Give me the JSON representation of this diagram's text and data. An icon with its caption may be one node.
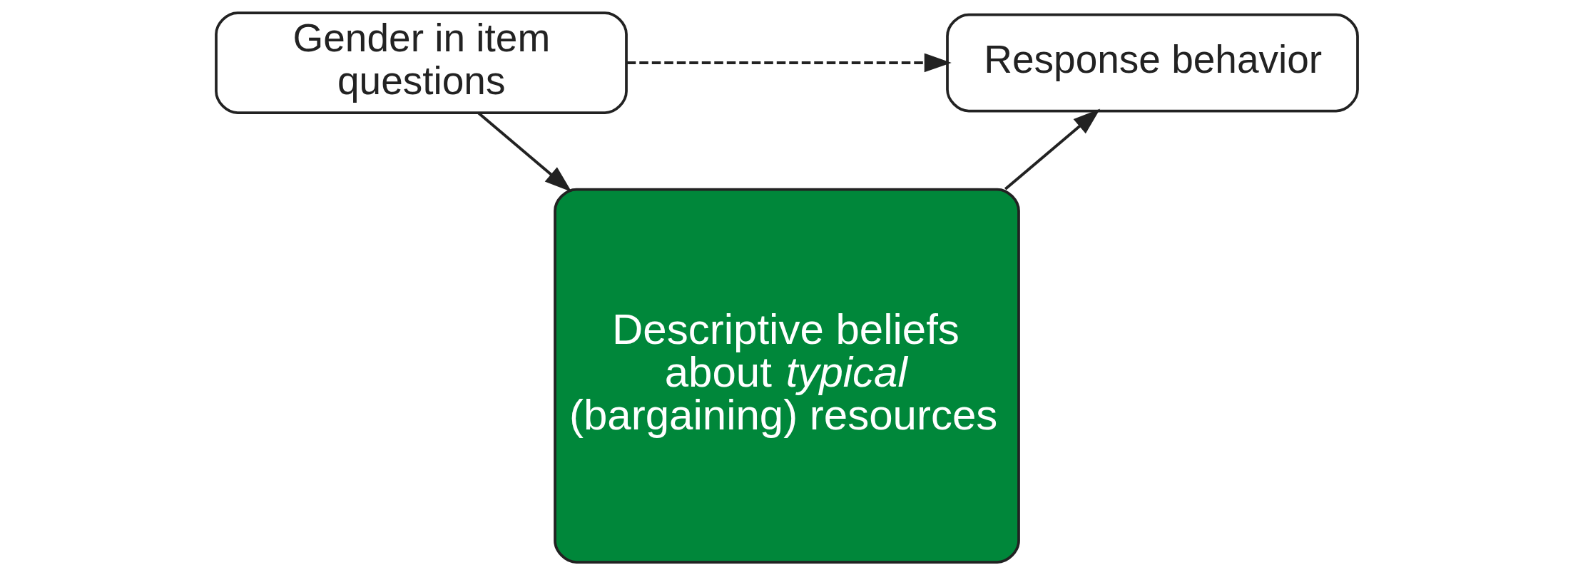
{
  "diagram": {
    "nodes": [
      {
        "text": [
          "Gender in item questions"
        ]
      },
      {
        "text": [
          "Response behavior"
        ]
      },
      {
        "text": [
          "Descriptive beliefs about *typical* (bargaining) resources"
        ]
      }
    ],
    "edges": [
      {
        "from": 0,
        "to": 1,
        "arrow": "to",
        "style": "dashed"
      },
      {
        "from": 0,
        "to": 2,
        "arrow": "to"
      },
      {
        "from": 2,
        "to": 1,
        "arrow": "to"
      }
    ]
  }
}
